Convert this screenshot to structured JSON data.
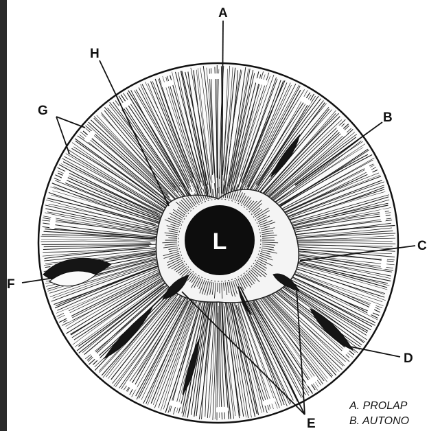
{
  "diagram": {
    "center_label": "L",
    "callouts": {
      "A": "A",
      "B": "B",
      "C": "C",
      "D": "D",
      "E": "E",
      "F": "F",
      "G": "G",
      "H": "H"
    }
  },
  "legend": {
    "items": [
      "A. PROLAP",
      "B. AUTONO"
    ]
  },
  "colors": {
    "ink": "#111111",
    "paper": "#ffffff",
    "frame": "#2a2a2a"
  }
}
